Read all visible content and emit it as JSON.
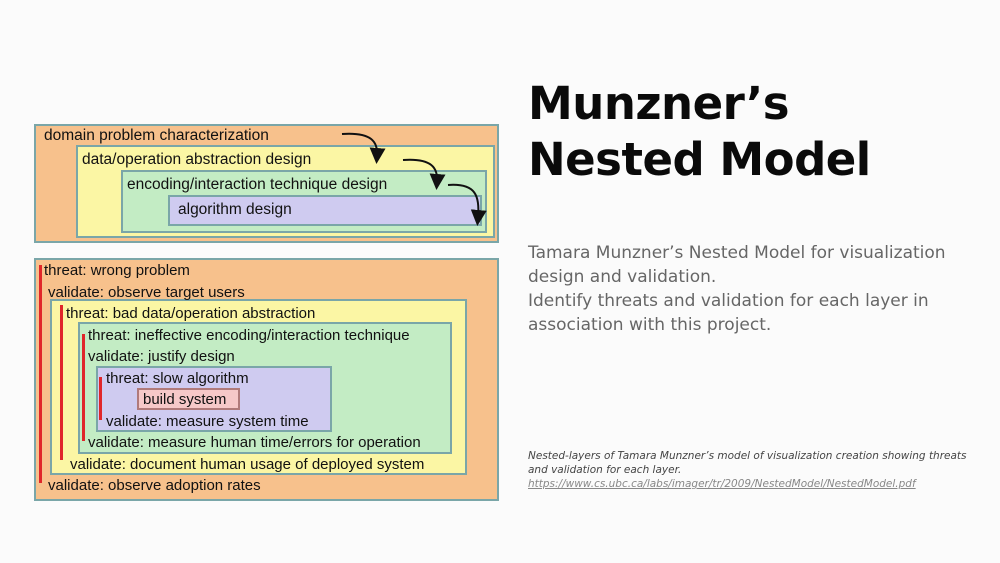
{
  "top_diagram": {
    "layer1": "domain problem characterization",
    "layer2": "data/operation abstraction design",
    "layer3": "encoding/interaction technique design",
    "layer4": "algorithm design"
  },
  "bottom_diagram": {
    "l1_threat": "threat: wrong problem",
    "l1_validate_top": "validate: observe target users",
    "l2_threat": "threat: bad data/operation abstraction",
    "l3_threat": "threat: ineffective encoding/interaction technique",
    "l3_validate_top": "validate: justify design",
    "l4_threat": "threat: slow algorithm",
    "l4_build": "build system",
    "l4_validate": "validate: measure system time",
    "l3_validate_bottom": "validate: measure human time/errors for operation",
    "l2_validate_bottom": "validate: document human usage of deployed system",
    "l1_validate_bottom": "validate:  observe adoption rates"
  },
  "title": "Munzner’s Nested Model",
  "description": {
    "line1": "Tamara Munzner’s Nested Model for visualization design and validation.",
    "line2": "Identify threats and validation for each layer in association with this project."
  },
  "caption": {
    "text": "Nested-layers of Tamara Munzner’s model of visualization creation showing threats and validation for each layer.",
    "url": "https://www.cs.ubc.ca/labs/imager/tr/2009/NestedModel/NestedModel.pdf"
  },
  "colors": {
    "orange": "#f7c18c",
    "yellow": "#fbf6a4",
    "green": "#c3ecc4",
    "purple": "#cfcbf0",
    "pink": "#f6c8c8",
    "red": "#e0262a"
  }
}
